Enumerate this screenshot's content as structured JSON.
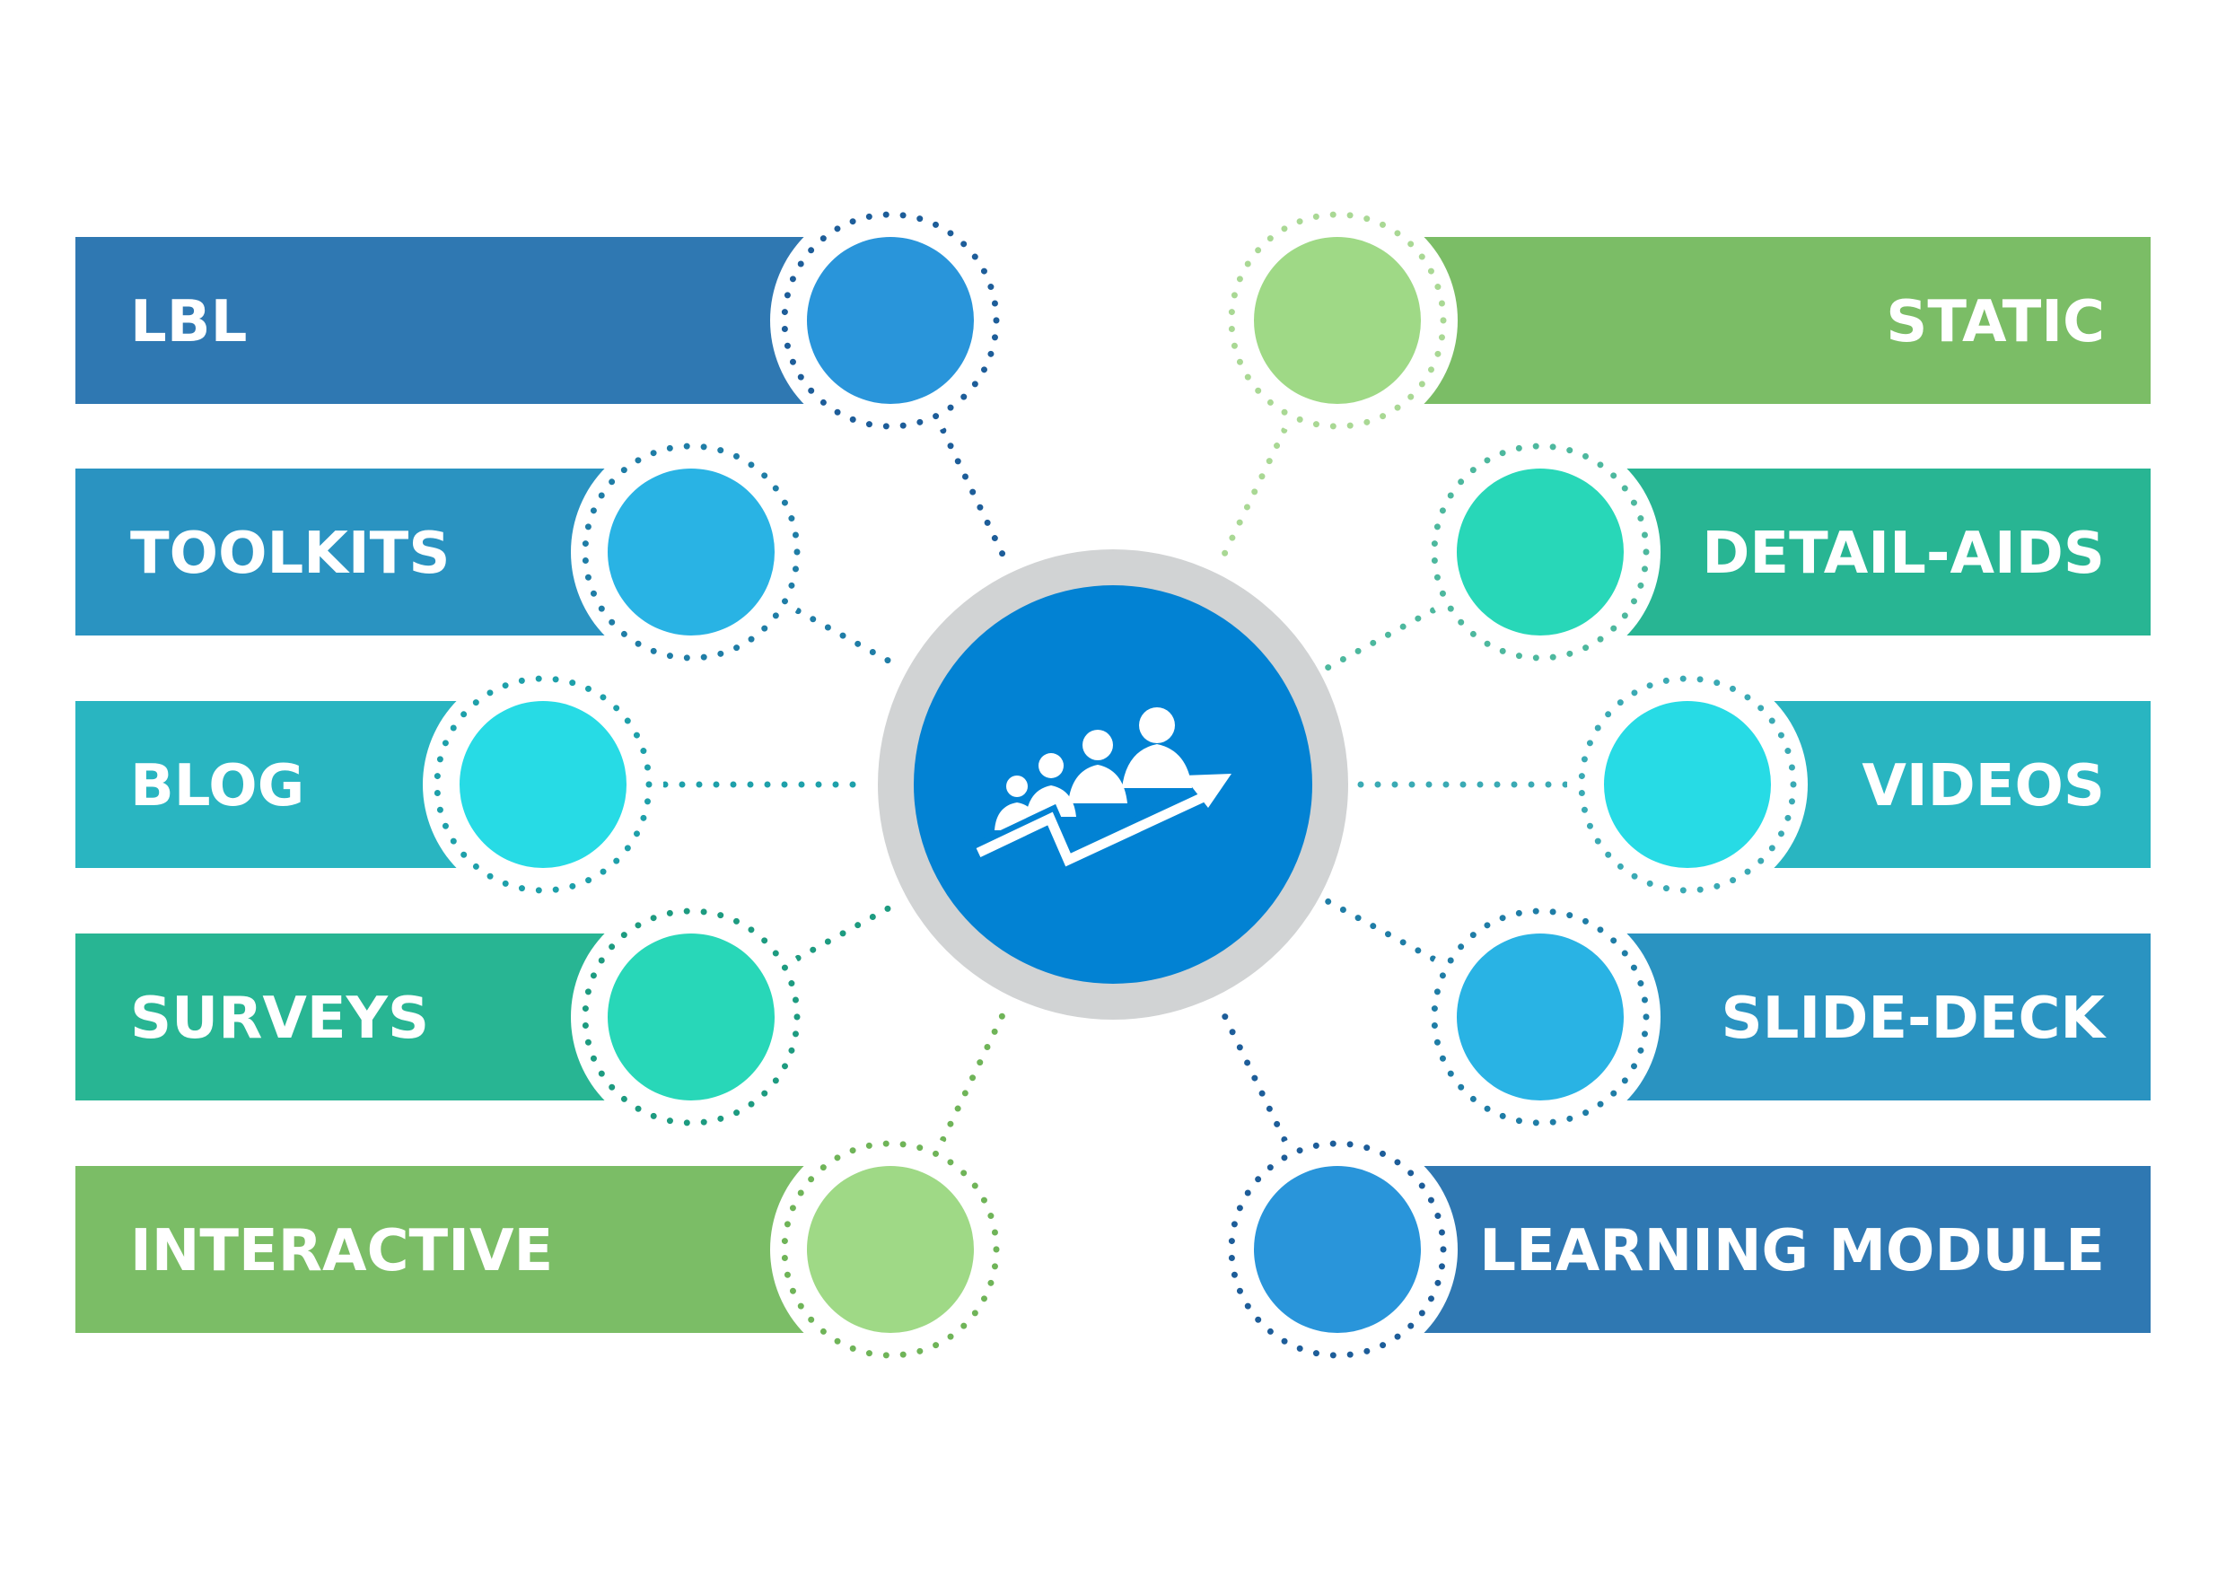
{
  "diagram": {
    "hub": {
      "icon": "team-growth-arrow-icon",
      "color": "#0282d3",
      "ring_color": "#d1d3d4"
    },
    "nodes": [
      {
        "id": "lbl",
        "label": "LBL",
        "side": "left",
        "bar_color": "#2f78b2",
        "circle_color": "#2995da",
        "dot_color": "#1d5d99"
      },
      {
        "id": "toolkits",
        "label": "TOOLKITS",
        "side": "left",
        "bar_color": "#2a93c1",
        "circle_color": "#29b3e4",
        "dot_color": "#1f7da6"
      },
      {
        "id": "blog",
        "label": "BLOG",
        "side": "left",
        "bar_color": "#29b5c1",
        "circle_color": "#27dbe5",
        "dot_color": "#1ea0aa"
      },
      {
        "id": "surveys",
        "label": "SURVEYS",
        "side": "left",
        "bar_color": "#28b593",
        "circle_color": "#28d7b8",
        "dot_color": "#1d9b80"
      },
      {
        "id": "interactive",
        "label": "INTERACTIVE",
        "side": "left",
        "bar_color": "#7bbd66",
        "circle_color": "#9fd986",
        "dot_color": "#6fb458"
      },
      {
        "id": "static",
        "label": "STATIC",
        "side": "right",
        "bar_color": "#7bbd66",
        "circle_color": "#9fd986",
        "dot_color": "#a9d894"
      },
      {
        "id": "detail-aids",
        "label": "DETAIL-AIDS",
        "side": "right",
        "bar_color": "#28b593",
        "circle_color": "#28d7b8",
        "dot_color": "#4db89e"
      },
      {
        "id": "videos",
        "label": "VIDEOS",
        "side": "right",
        "bar_color": "#29b5c1",
        "circle_color": "#27dbe5",
        "dot_color": "#3aaab4"
      },
      {
        "id": "slide-deck",
        "label": "SLIDE-DECK",
        "side": "right",
        "bar_color": "#2a93c1",
        "circle_color": "#29b3e4",
        "dot_color": "#1f7da6"
      },
      {
        "id": "learning-module",
        "label": "LEARNING MODULE",
        "side": "right",
        "bar_color": "#2f78b2",
        "circle_color": "#2995da",
        "dot_color": "#1d5d99"
      }
    ]
  }
}
